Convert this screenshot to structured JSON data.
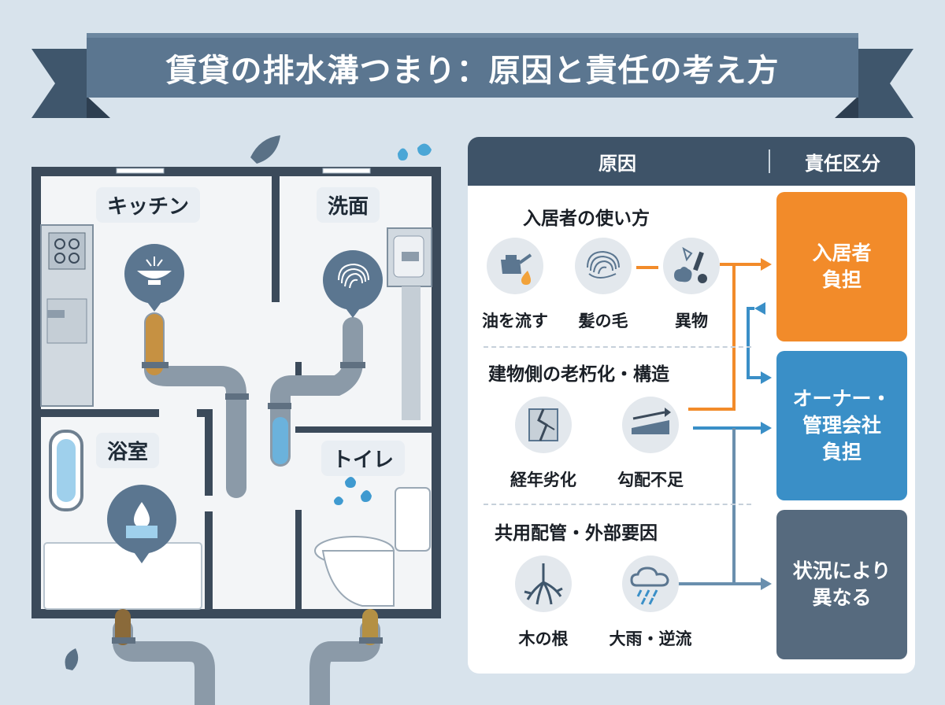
{
  "title": "賃貸の排水溝つまり：原因と責任の考え方",
  "floor_plan": {
    "rooms": {
      "kitchen": "キッチン",
      "washroom": "洗面",
      "bathroom": "浴室",
      "toilet": "トイレ"
    }
  },
  "table": {
    "header_cause": "原因",
    "header_responsibility": "責任区分",
    "sections": [
      {
        "title": "入居者の使い方",
        "causes": [
          {
            "label": "油を流す",
            "icon": "oil-pot-icon"
          },
          {
            "label": "髪の毛",
            "icon": "hair-icon"
          },
          {
            "label": "異物",
            "icon": "foreign-object-icon"
          }
        ]
      },
      {
        "title": "建物側の老朽化・構造",
        "causes": [
          {
            "label": "経年劣化",
            "icon": "cracked-wall-icon"
          },
          {
            "label": "勾配不足",
            "icon": "slope-icon"
          }
        ]
      },
      {
        "title": "共用配管・外部要因",
        "causes": [
          {
            "label": "木の根",
            "icon": "tree-root-icon"
          },
          {
            "label": "大雨・逆流",
            "icon": "rain-cloud-icon"
          }
        ]
      }
    ],
    "responsibility": {
      "tenant": {
        "line1": "入居者",
        "line2": "負担",
        "color": "#f28b2a"
      },
      "owner": {
        "line1": "オーナー・",
        "line2": "管理会社",
        "line3": "負担",
        "color": "#3a8fc7"
      },
      "varies": {
        "line1": "状況により",
        "line2": "異なる",
        "color": "#566a7e"
      }
    }
  }
}
